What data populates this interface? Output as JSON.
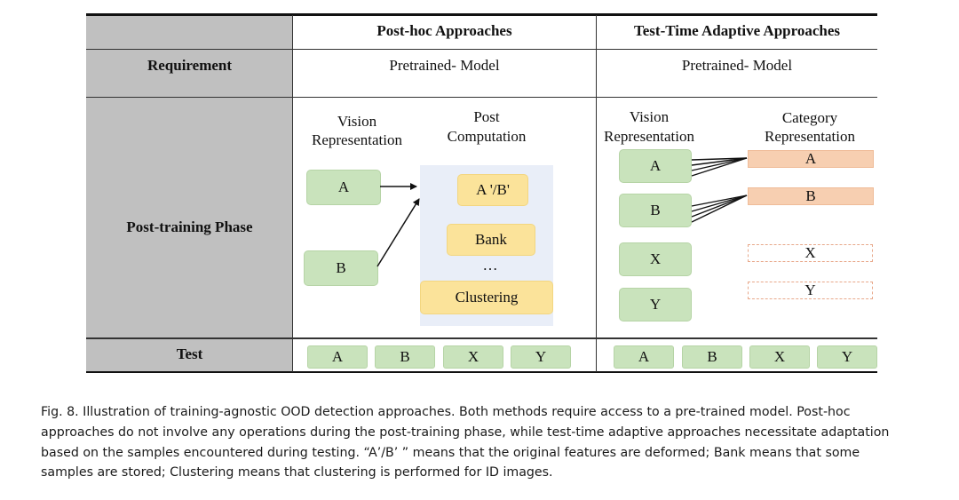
{
  "table": {
    "col_headers": [
      "Post-hoc Approaches",
      "Test-Time Adaptive Approaches"
    ],
    "row_headers": [
      "Requirement",
      "Post-training Phase",
      "Test"
    ],
    "requirement_values": [
      "Pretrained- Model",
      "Pretrained- Model"
    ]
  },
  "posthoc": {
    "vision_title": [
      "Vision",
      "Representation"
    ],
    "post_title": [
      "Post",
      "Computation"
    ],
    "inputs": [
      "A",
      "B"
    ],
    "ops": [
      "A '/B'",
      "Bank",
      "…",
      "Clustering"
    ],
    "test": [
      "A",
      "B",
      "X",
      "Y"
    ]
  },
  "tta": {
    "vision_title": [
      "Vision",
      "Representation"
    ],
    "category_title": [
      "Category",
      "Representation"
    ],
    "inputs": [
      "A",
      "B",
      "X",
      "Y"
    ],
    "categories": [
      "A",
      "B",
      "X",
      "Y"
    ],
    "test": [
      "A",
      "B",
      "X",
      "Y"
    ]
  },
  "caption": {
    "lines": [
      "Fig. 8.  Illustration of training-agnostic OOD detection approaches. Both methods require access to a pre-trained model. Post-hoc",
      "approaches do not involve any operations during the post-training phase, while test-time adaptive approaches necessitate adaptation",
      "based on the samples encountered during testing. “A’/B’ ” means that the original features are deformed; Bank means that some",
      "samples are stored; Clustering means that clustering is performed for ID images."
    ]
  },
  "colors": {
    "header_gray": "#c0c0c0",
    "green": "#c9e3bc",
    "yellow": "#fbe39a",
    "orange": "#f7cfb1",
    "panel_blue": "#e9eef8"
  }
}
